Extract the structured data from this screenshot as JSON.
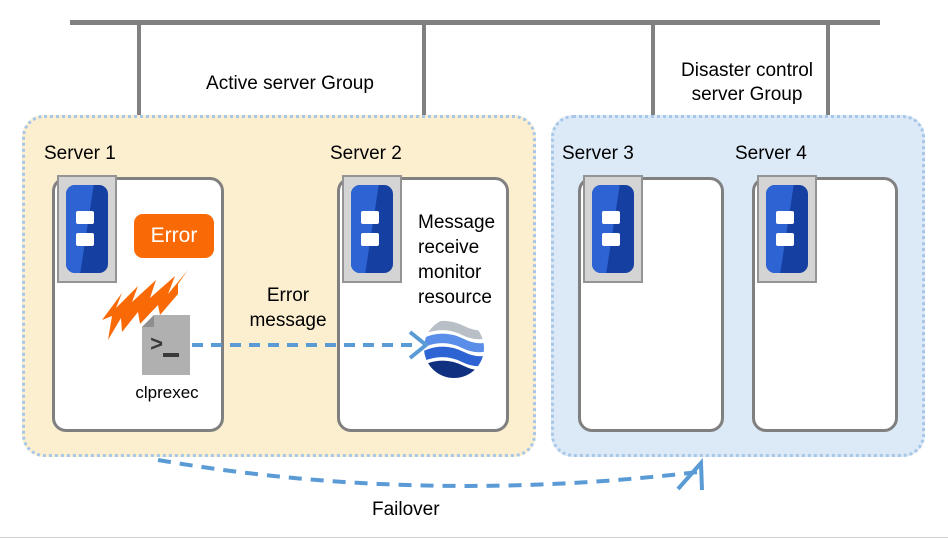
{
  "diagram": {
    "title_groups": {
      "active": "Active server Group",
      "disaster": "Disaster control\nserver Group"
    },
    "colors": {
      "active_group_fill": "#fcefd0",
      "disaster_group_fill": "#dce9f7",
      "group_border": "#a8c7e8",
      "network_line": "#808080",
      "error_badge": "#f96a06",
      "bolt": "#f96a06",
      "arrow_blue": "#5b9bd5",
      "server_icon_blue": "#2d63d2",
      "server_icon_dark_blue": "#153fa0",
      "card_border": "#808080"
    },
    "network": {
      "bus_label": "network-bus"
    },
    "servers": [
      {
        "label": "Server 1",
        "icon": "server-icon"
      },
      {
        "label": "Server 2",
        "icon": "server-icon"
      },
      {
        "label": "Server 3",
        "icon": "server-icon"
      },
      {
        "label": "Server 4",
        "icon": "server-icon"
      }
    ],
    "server1": {
      "error_badge": "Error",
      "command_label": "clprexec",
      "bolt_icon": "lightning-bolt-icon",
      "doc_icon": "terminal-document-icon",
      "prompt_glyph": ">"
    },
    "server2": {
      "monitor_text": "Message\nreceive\nmonitor\nresource",
      "globe_icon": "globe-icon"
    },
    "flows": {
      "error_message": "Error\nmessage",
      "failover": "Failover"
    }
  }
}
